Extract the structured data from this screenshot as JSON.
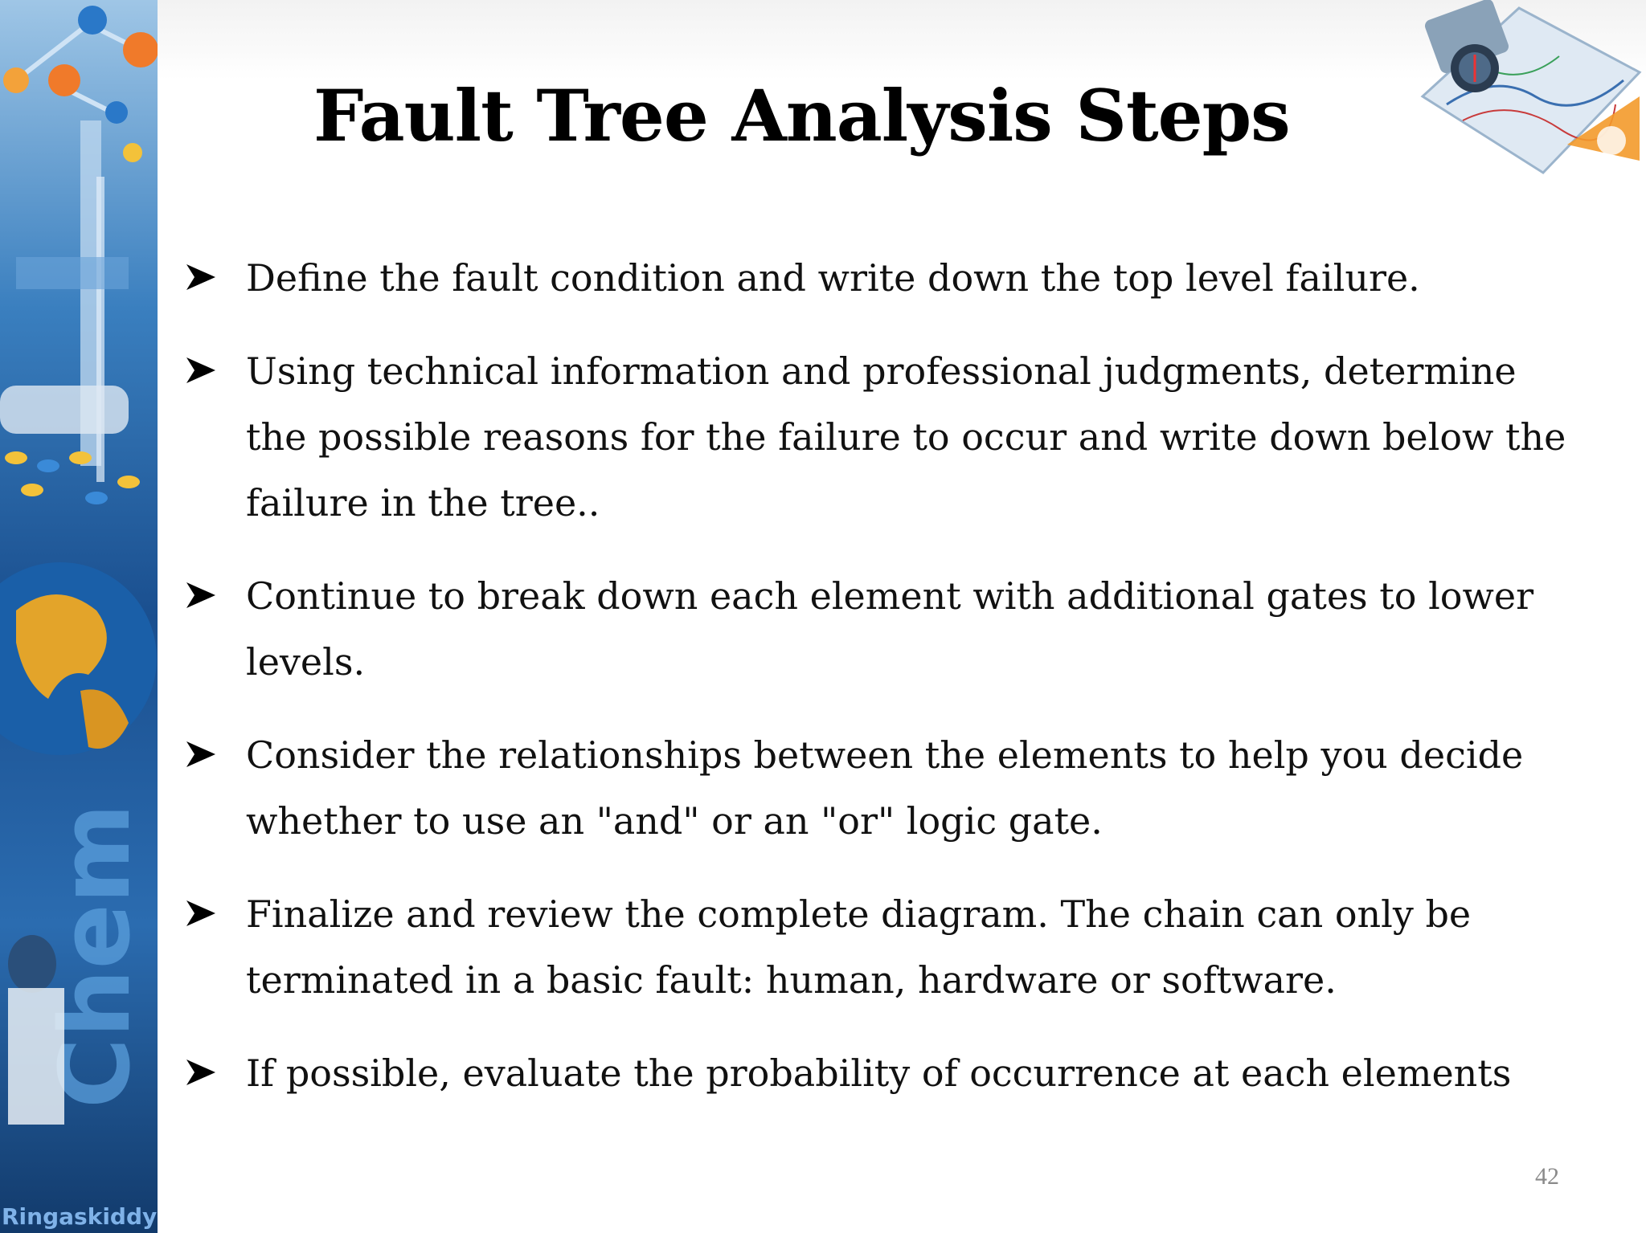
{
  "slide": {
    "title": "Fault Tree Analysis Steps",
    "page_number": "42",
    "banner_text": "Ringaskiddy",
    "bullets": [
      "Define the fault condition and write down the top level failure.",
      "Using technical information and professional judgments, determine the possible reasons for the failure to occur and write down below the failure in the tree..",
      "Continue to break down each element with additional gates to lower levels.",
      "Consider the relationships between the elements to help you decide whether to use an \"and\" or an \"or\" logic gate.",
      "Finalize and review the complete diagram. The chain can only be terminated in a basic fault: human, hardware or software.",
      "If possible, evaluate the probability of occurrence at each elements"
    ],
    "bullet_icon": "arrow-bullet-icon",
    "colors": {
      "banner_dark": "#123a6b",
      "banner_light": "#9fc6e6",
      "accent_orange": "#f39a2b",
      "page_number": "#8a8a8a"
    }
  }
}
